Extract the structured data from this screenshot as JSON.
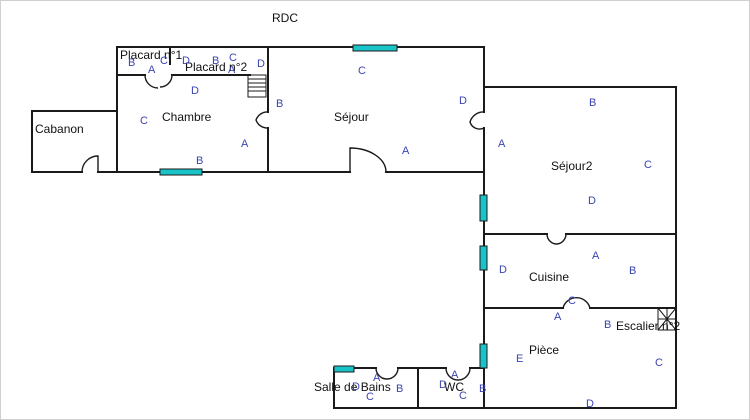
{
  "plan": {
    "title": "RDC",
    "rooms": {
      "placard1": "Placard n°1",
      "placard2": "Placard n°2",
      "chambre": "Chambre",
      "cabanon": "Cabanon",
      "sejour": "Séjour",
      "sejour2": "Séjour2",
      "cuisine": "Cuisine",
      "escalier": "Escalier n°2",
      "piece": "Pièce",
      "sdb": "Salle de Bains",
      "wc": "WC"
    },
    "walls": {
      "A": "A",
      "B": "B",
      "C": "C",
      "D": "D",
      "E": "E"
    },
    "colors": {
      "window": "#19c4c9",
      "wall_letters": "#3a44b0"
    }
  }
}
